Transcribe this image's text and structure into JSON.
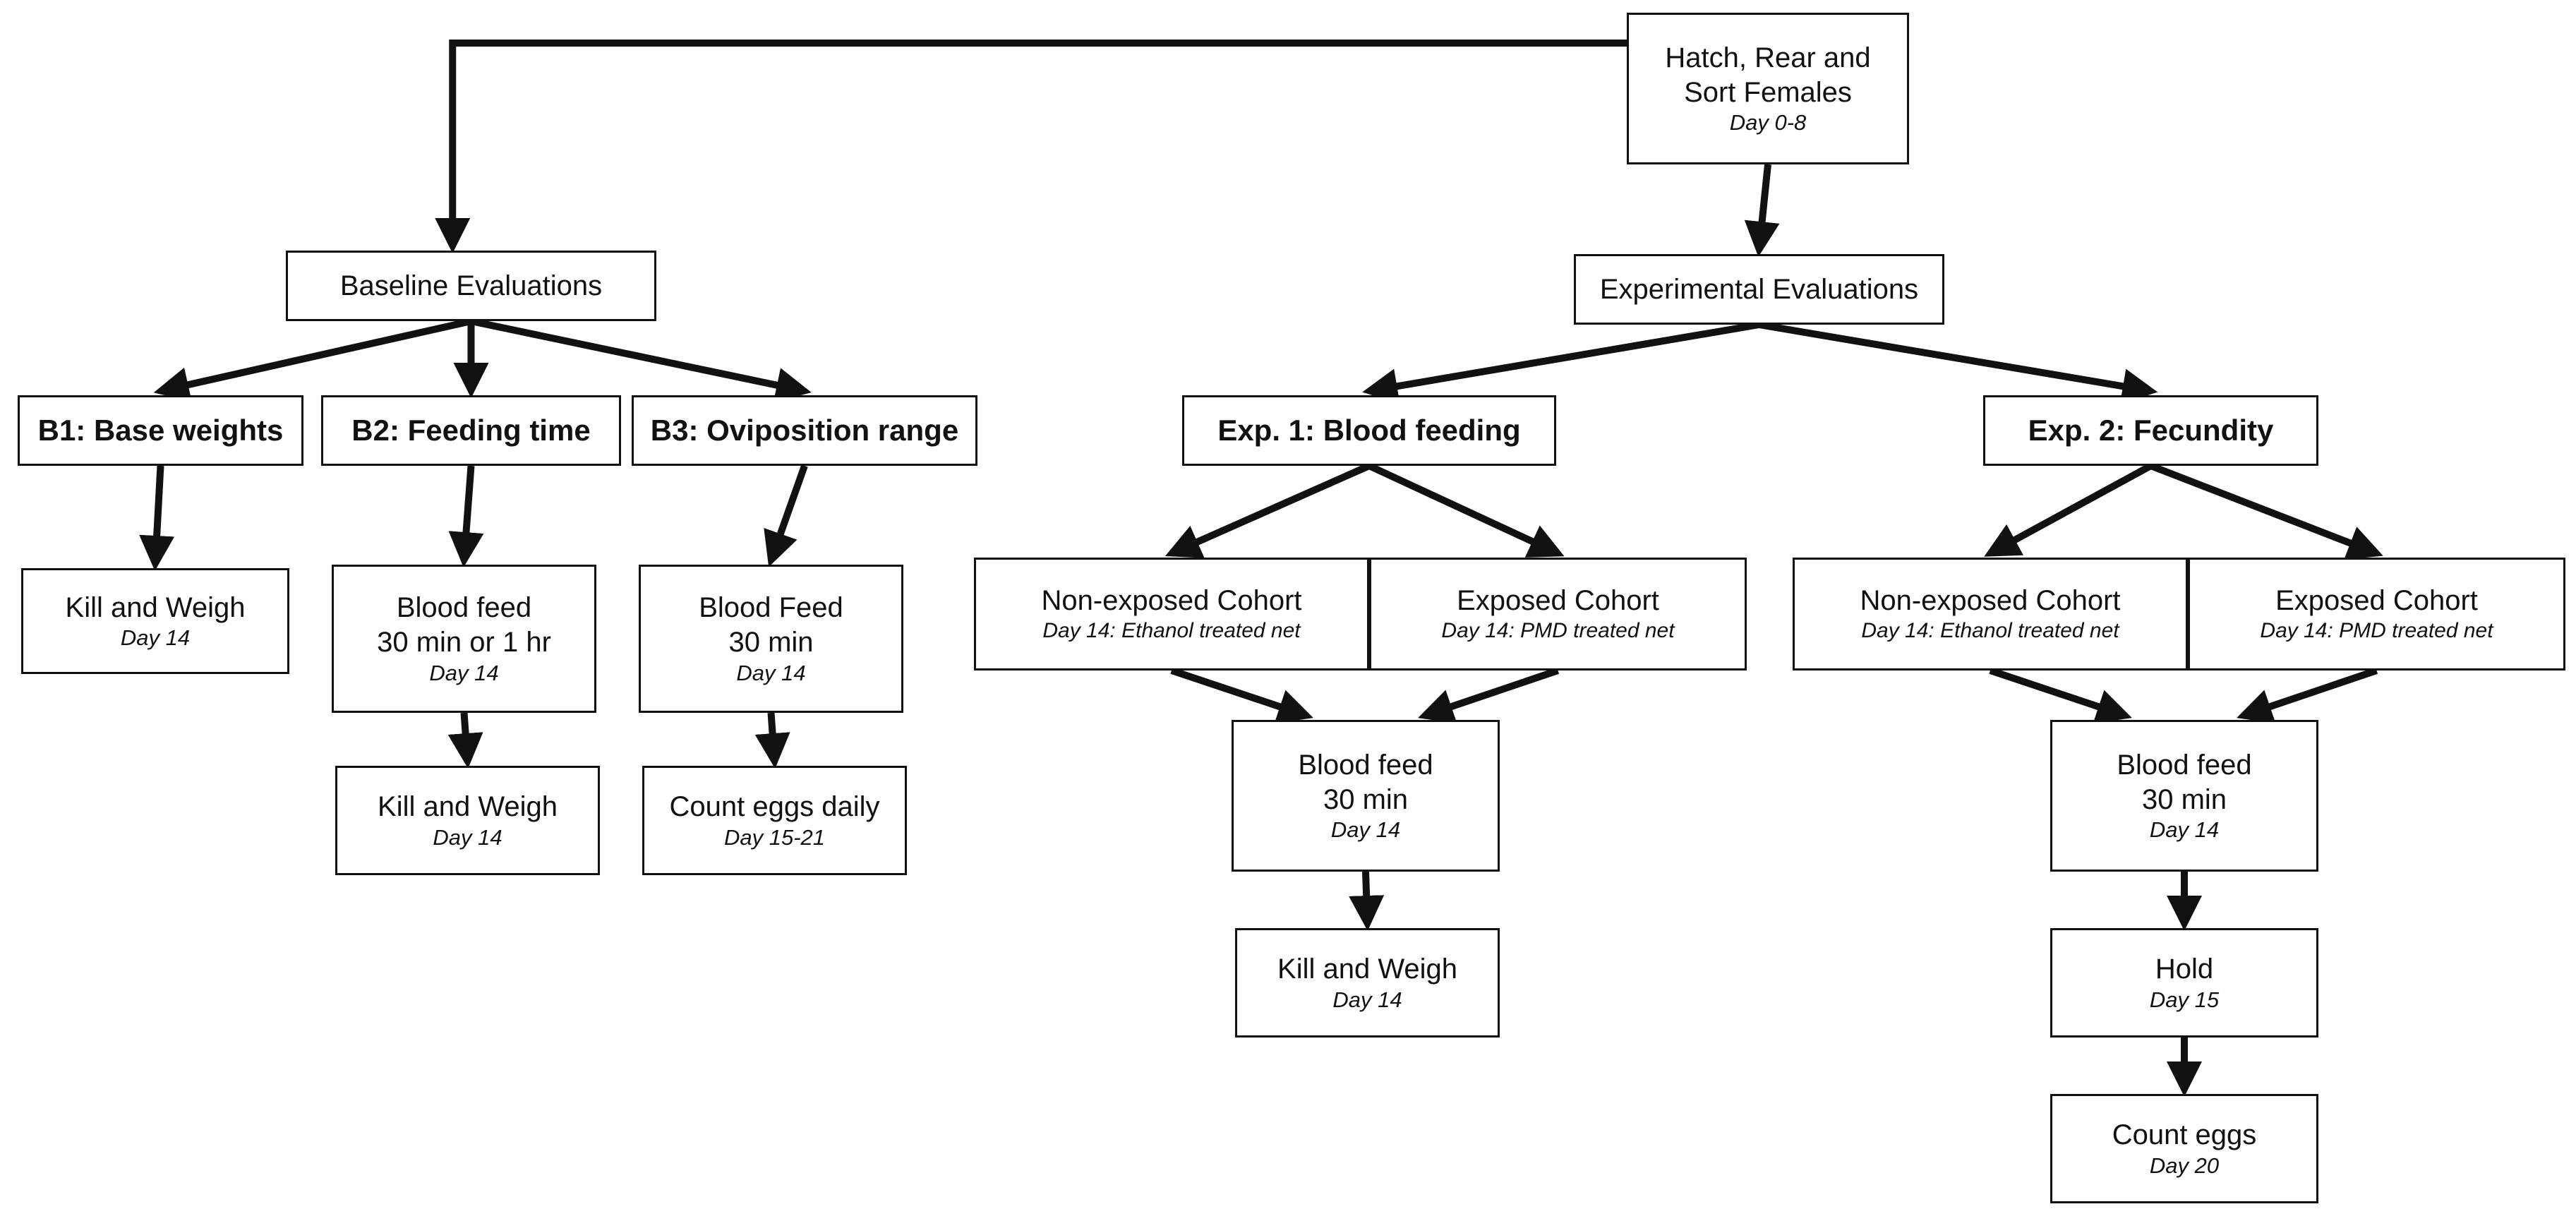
{
  "nodes": {
    "start": {
      "lines": [
        "Hatch, Rear and",
        "Sort Females"
      ],
      "day": "Day 0-8"
    },
    "baseline": {
      "lines": [
        "Baseline Evaluations"
      ]
    },
    "experimental": {
      "lines": [
        "Experimental Evaluations"
      ]
    },
    "b1": {
      "lines": [
        "B1: Base weights"
      ]
    },
    "b2": {
      "lines": [
        "B2: Feeding time"
      ]
    },
    "b3": {
      "lines": [
        "B3: Oviposition range"
      ]
    },
    "exp1": {
      "lines": [
        "Exp. 1: Blood feeding"
      ]
    },
    "exp2": {
      "lines": [
        "Exp. 2: Fecundity"
      ]
    },
    "b1_kill": {
      "lines": [
        "Kill and Weigh"
      ],
      "day": "Day 14"
    },
    "b2_feed": {
      "lines": [
        "Blood feed",
        "30 min or 1 hr"
      ],
      "day": "Day 14"
    },
    "b2_kill": {
      "lines": [
        "Kill and Weigh"
      ],
      "day": "Day 14"
    },
    "b3_feed": {
      "lines": [
        "Blood Feed",
        "30 min"
      ],
      "day": "Day 14"
    },
    "b3_count": {
      "lines": [
        "Count eggs daily"
      ],
      "day": "Day 15-21"
    },
    "e1_nonexp": {
      "lines": [
        "Non-exposed Cohort"
      ],
      "day": "Day 14: Ethanol treated net"
    },
    "e1_exp": {
      "lines": [
        "Exposed Cohort"
      ],
      "day": "Day 14: PMD treated net"
    },
    "e2_nonexp": {
      "lines": [
        "Non-exposed Cohort"
      ],
      "day": "Day 14: Ethanol treated net"
    },
    "e2_exp": {
      "lines": [
        "Exposed Cohort"
      ],
      "day": "Day 14: PMD treated net"
    },
    "e1_feed": {
      "lines": [
        "Blood feed",
        "30 min"
      ],
      "day": "Day 14"
    },
    "e1_kill": {
      "lines": [
        "Kill and Weigh"
      ],
      "day": "Day 14"
    },
    "e2_feed": {
      "lines": [
        "Blood feed",
        "30 min"
      ],
      "day": "Day 14"
    },
    "e2_hold": {
      "lines": [
        "Hold"
      ],
      "day": "Day 15"
    },
    "e2_count": {
      "lines": [
        "Count eggs"
      ],
      "day": "Day 20"
    }
  },
  "edges": [
    [
      "start",
      "baseline"
    ],
    [
      "start",
      "experimental"
    ],
    [
      "baseline",
      "b1"
    ],
    [
      "baseline",
      "b2"
    ],
    [
      "baseline",
      "b3"
    ],
    [
      "experimental",
      "exp1"
    ],
    [
      "experimental",
      "exp2"
    ],
    [
      "b1",
      "b1_kill"
    ],
    [
      "b2",
      "b2_feed"
    ],
    [
      "b2_feed",
      "b2_kill"
    ],
    [
      "b3",
      "b3_feed"
    ],
    [
      "b3_feed",
      "b3_count"
    ],
    [
      "exp1",
      "e1_nonexp"
    ],
    [
      "exp1",
      "e1_exp"
    ],
    [
      "e1_nonexp",
      "e1_feed"
    ],
    [
      "e1_exp",
      "e1_feed"
    ],
    [
      "e1_feed",
      "e1_kill"
    ],
    [
      "exp2",
      "e2_nonexp"
    ],
    [
      "exp2",
      "e2_exp"
    ],
    [
      "e2_nonexp",
      "e2_feed"
    ],
    [
      "e2_exp",
      "e2_feed"
    ],
    [
      "e2_feed",
      "e2_hold"
    ],
    [
      "e2_hold",
      "e2_count"
    ]
  ]
}
